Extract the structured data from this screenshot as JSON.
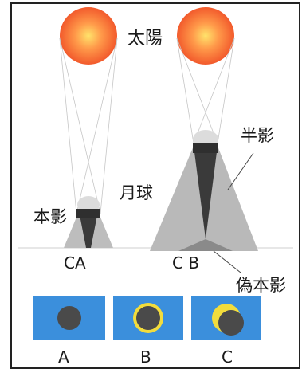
{
  "labels": {
    "sun": "太陽",
    "penumbra": "半影",
    "moon": "月球",
    "umbra": "本影",
    "left_points": "CA",
    "right_points": "C B",
    "antumbra": "偽本影"
  },
  "panels": [
    {
      "label": "A",
      "view": "total"
    },
    {
      "label": "B",
      "view": "annular"
    },
    {
      "label": "C",
      "view": "partial"
    }
  ],
  "colors": {
    "sun_center": "#ffe36b",
    "sun_edge": "#f25a2c",
    "panel_background": "#3b8fdc",
    "moon_disc": "#4a4a4a",
    "corona_ring": "#f2dc3c",
    "umbra": "#3a3a3a",
    "penumbra": "#b7b7b7"
  }
}
